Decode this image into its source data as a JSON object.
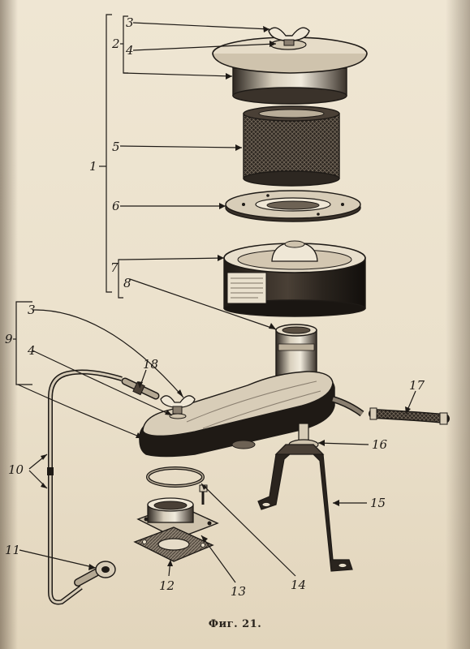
{
  "figure": {
    "caption": "Фиг. 21."
  },
  "callouts": {
    "c1": "1",
    "c2": "2",
    "c3_top": "3",
    "c4_top": "4",
    "c5": "5",
    "c6": "6",
    "c7": "7",
    "c8": "8",
    "c3_mid": "3",
    "c9": "9",
    "c4_mid": "4",
    "c10": "10",
    "c11": "11",
    "c12": "12",
    "c13": "13",
    "c14": "14",
    "c15": "15",
    "c16": "16",
    "c17": "17",
    "c18": "18"
  },
  "colors": {
    "paper": "#ece2cd",
    "ink": "#1e1a16"
  }
}
